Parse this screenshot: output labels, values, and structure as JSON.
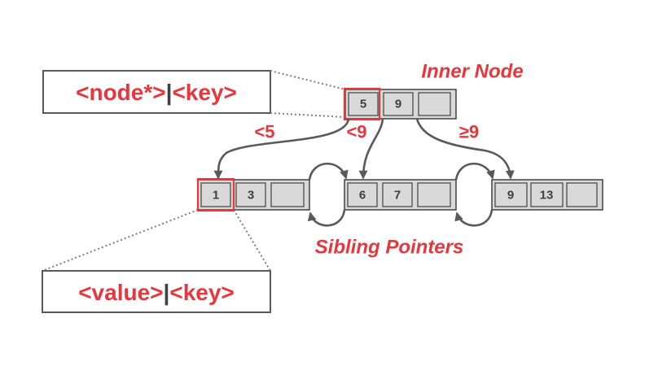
{
  "legend_inner": {
    "node": "<node*>",
    "sep": "|",
    "key": "<key>"
  },
  "legend_leaf": {
    "value": "<value>",
    "sep": "|",
    "key": "<key>"
  },
  "inner_node": {
    "label": "Inner Node",
    "keys": [
      "5",
      "9",
      ""
    ]
  },
  "edge_labels": {
    "lt5": "<5",
    "lt9": "<9",
    "ge9": "≥9"
  },
  "leaf_nodes": [
    {
      "keys": [
        "1",
        "3",
        ""
      ]
    },
    {
      "keys": [
        "6",
        "7",
        ""
      ]
    },
    {
      "keys": [
        "9",
        "13",
        ""
      ]
    }
  ],
  "sibling_label": "Sibling Pointers",
  "colors": {
    "accent": "#e8363d",
    "node_fill": "#d9d9d9",
    "arrow": "#595959"
  }
}
